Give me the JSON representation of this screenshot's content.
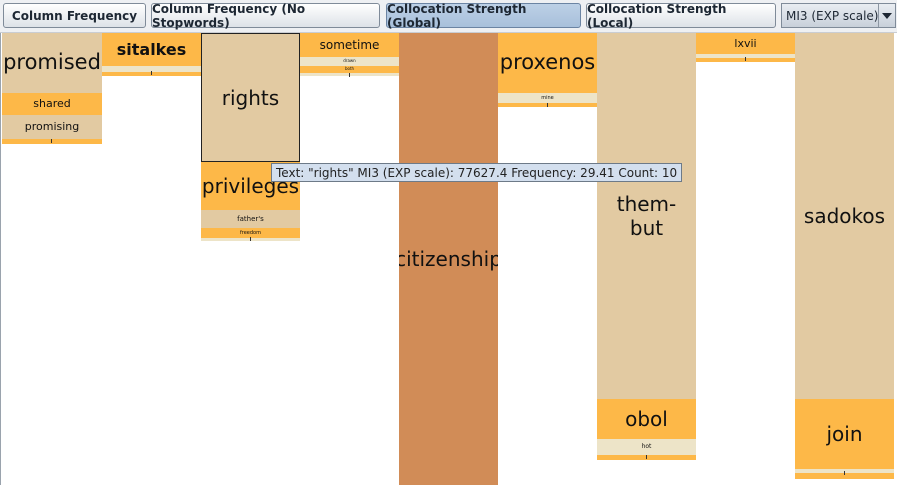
{
  "toolbar": {
    "buttons": [
      {
        "label": "Column Frequency"
      },
      {
        "label": "Column Frequency (No Stopwords)"
      },
      {
        "label": "Collocation Strength (Global)"
      },
      {
        "label": "Collocation Strength (Local)"
      }
    ],
    "scale_select": {
      "value": "MI3 (EXP scale)"
    }
  },
  "columns": [
    {
      "words": [
        "promised",
        "shared",
        "promising"
      ]
    },
    {
      "words": [
        "sitalkes"
      ]
    },
    {
      "words": [
        "rights",
        "privileges",
        "father's",
        "freedom"
      ]
    },
    {
      "words": [
        "sometime",
        "drawn",
        "both"
      ]
    },
    {
      "words": [
        "citizenship"
      ]
    },
    {
      "words": [
        "proxenos",
        "mine"
      ]
    },
    {
      "words": [
        "them-but",
        "obol",
        "hot"
      ]
    },
    {
      "words": [
        "lxvii"
      ]
    },
    {
      "words": [
        "sadokos",
        "join"
      ]
    }
  ],
  "tooltip": {
    "text": "Text: \"rights\"  MI3 (EXP scale): 77627.4 Frequency: 29.41 Count: 10"
  },
  "colors": {
    "tan": "#e2caa2",
    "orange": "#fdb848",
    "pale": "#ede4c8",
    "brown": "#d18c57",
    "selected_border": "#222222",
    "tooltip_bg": "#d3dfee"
  }
}
